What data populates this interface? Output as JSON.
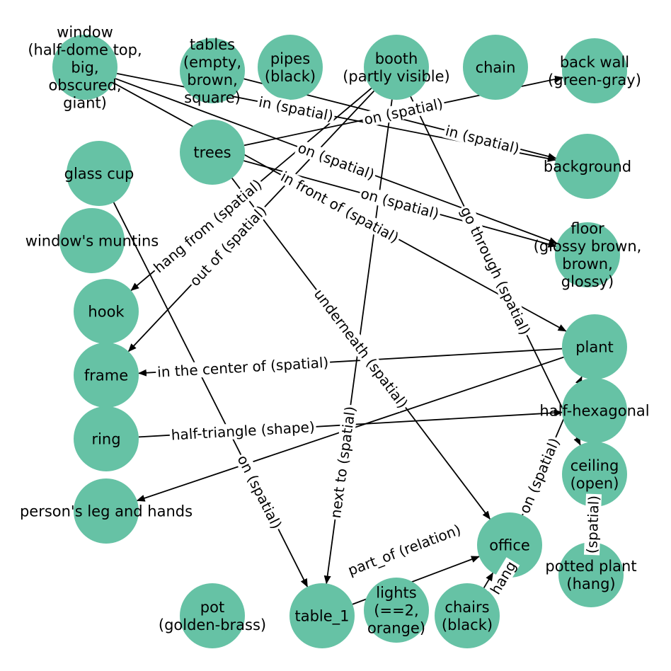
{
  "graph": {
    "node_color": "#66c2a5",
    "edge_color": "#000000",
    "nodes": [
      {
        "id": "pipes",
        "label": "pipes\n(black)"
      },
      {
        "id": "booth",
        "label": "booth\n(partly visible)"
      },
      {
        "id": "chain",
        "label": "chain"
      },
      {
        "id": "backwall",
        "label": "back wall\n(green-gray)"
      },
      {
        "id": "background",
        "label": "background"
      },
      {
        "id": "floor",
        "label": "floor\n(glossy brown,\nbrown,\nglossy)"
      },
      {
        "id": "plant",
        "label": "plant"
      },
      {
        "id": "halfhex",
        "label": "half-hexagonal"
      },
      {
        "id": "ceiling",
        "label": "ceiling\n(open)"
      },
      {
        "id": "potted",
        "label": "potted plant\n(hang)"
      },
      {
        "id": "office",
        "label": "office"
      },
      {
        "id": "chairs",
        "label": "chairs\n(black)"
      },
      {
        "id": "lights",
        "label": "lights\n(==2,\norange)"
      },
      {
        "id": "table1",
        "label": "table_1"
      },
      {
        "id": "person",
        "label": "person's leg and hands"
      },
      {
        "id": "pot",
        "label": "pot\n(golden-brass)"
      },
      {
        "id": "ring",
        "label": "ring"
      },
      {
        "id": "frame",
        "label": "frame"
      },
      {
        "id": "hook",
        "label": "hook"
      },
      {
        "id": "muntins",
        "label": "window's muntins"
      },
      {
        "id": "glasscup",
        "label": "glass cup"
      },
      {
        "id": "window",
        "label": "window\n(half-dome top,\nbig,\nobscured,\ngiant)"
      },
      {
        "id": "tables",
        "label": "tables\n(empty,\nbrown,\nsquare)"
      },
      {
        "id": "trees",
        "label": "trees"
      }
    ],
    "edges": [
      {
        "from": "trees",
        "to": "backwall",
        "label": "on (spatial)"
      },
      {
        "from": "tables",
        "to": "background",
        "label": "in (spatial)"
      },
      {
        "from": "trees",
        "to": "floor",
        "label": "on (spatial)"
      },
      {
        "from": "window",
        "to": "background",
        "label": "in (spatial)"
      },
      {
        "from": "window",
        "to": "floor",
        "label": "on (spatial)"
      },
      {
        "from": "window",
        "to": "plant",
        "label": "in front of (spatial)"
      },
      {
        "from": "booth",
        "to": "hook",
        "label": "hang from (spatial)"
      },
      {
        "from": "booth",
        "to": "frame",
        "label": "out of (spatial)"
      },
      {
        "from": "trees",
        "to": "office",
        "label": "underneath (spatial)"
      },
      {
        "from": "booth",
        "to": "table1",
        "label": "next to (spatial)"
      },
      {
        "from": "booth",
        "to": "ceiling",
        "label": "go through (spatial)"
      },
      {
        "from": "plant",
        "to": "frame",
        "label": "in the center of (spatial)"
      },
      {
        "from": "ring",
        "to": "halfhex",
        "label": "half-triangle (shape)"
      },
      {
        "from": "glasscup",
        "to": "table1",
        "label": "on (spatial)"
      },
      {
        "from": "office",
        "to": "plant",
        "label": "on (spatial)"
      },
      {
        "from": "table1",
        "to": "office",
        "label": "part_of (relation)"
      },
      {
        "from": "chairs",
        "to": "office",
        "label": "hang"
      },
      {
        "from": "potted",
        "to": "ceiling",
        "label": "(spatial)"
      },
      {
        "from": "plant",
        "to": "person",
        "label": ""
      }
    ]
  }
}
